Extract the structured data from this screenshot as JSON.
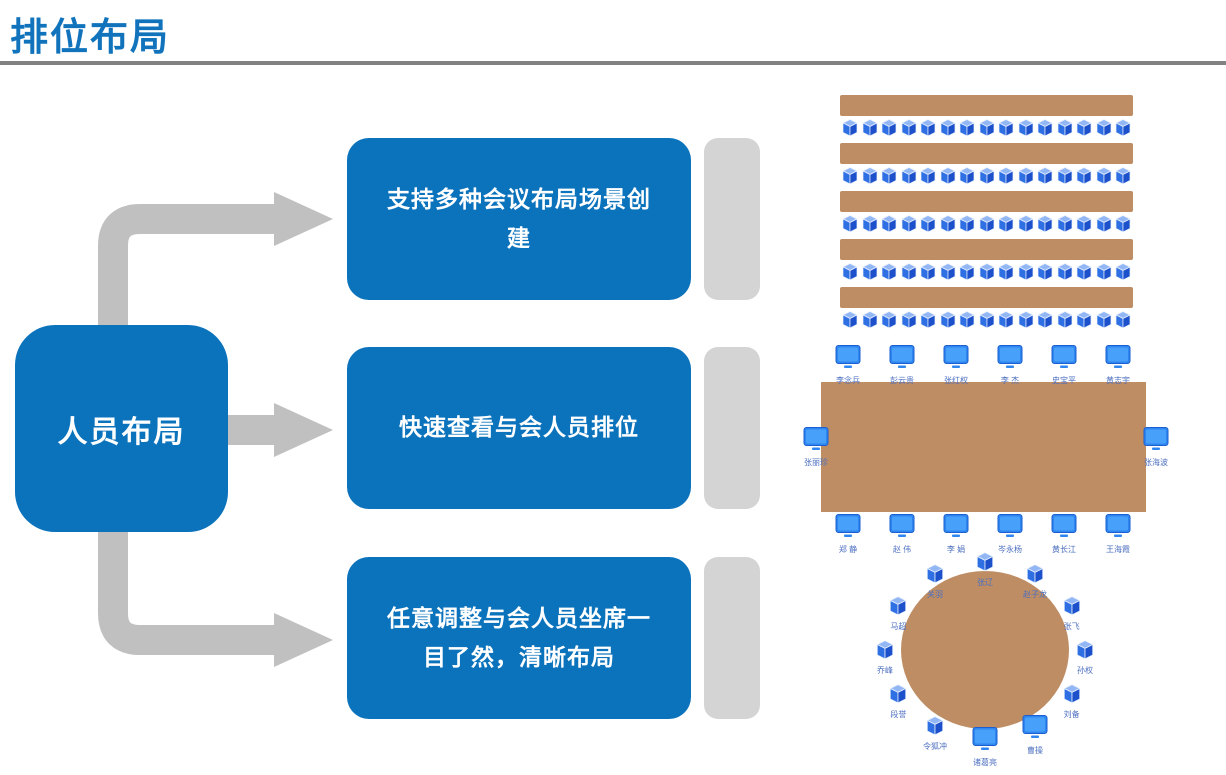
{
  "page": {
    "title": "排位布局"
  },
  "flow": {
    "source_label": "人员布局",
    "features": [
      {
        "label": "支持多种会议布局场景创建"
      },
      {
        "label": "快速查看与会人员排位"
      },
      {
        "label": "任意调整与会人员坐席一目了然，清晰布局"
      }
    ]
  },
  "colors": {
    "accent_blue": "#0b72bc",
    "title_blue": "#1173bc",
    "arrow_gray": "#c0c0c0",
    "pill_gray": "#d4d4d4",
    "table_brown": "#be8d64",
    "chair_blue": "#2e6fe4",
    "monitor_blue": "#2e86f0",
    "name_label_blue": "#4c6fc0",
    "divider_gray": "#828282"
  },
  "icons": {
    "chair": "chair-icon",
    "monitor": "monitor-icon"
  },
  "diagrams": {
    "classroom": {
      "title": "classroom-rows-layout",
      "rows": 5,
      "seats_per_row": 15,
      "seat_icon": "chair-icon"
    },
    "banquet": {
      "title": "rectangular-table-layout",
      "seat_icon": "monitor-icon",
      "top_names": [
        "李念兵",
        "彭云贵",
        "张红权",
        "李 杰",
        "史宝平",
        "黄志宇"
      ],
      "bottom_names": [
        "郑 静",
        "赵 伟",
        "李 娟",
        "岑永杨",
        "黄长江",
        "王海霞"
      ],
      "left_name": "张丽珍",
      "right_name": "张海波"
    },
    "round": {
      "title": "round-table-layout",
      "seats": [
        {
          "name": "张辽",
          "icon": "chair-icon"
        },
        {
          "name": "赵子龙",
          "icon": "chair-icon"
        },
        {
          "name": "张飞",
          "icon": "chair-icon"
        },
        {
          "name": "孙权",
          "icon": "chair-icon"
        },
        {
          "name": "刘备",
          "icon": "chair-icon"
        },
        {
          "name": "曹操",
          "icon": "monitor-icon"
        },
        {
          "name": "诸葛亮",
          "icon": "monitor-icon"
        },
        {
          "name": "令狐冲",
          "icon": "chair-icon"
        },
        {
          "name": "段誉",
          "icon": "chair-icon"
        },
        {
          "name": "乔峰",
          "icon": "chair-icon"
        },
        {
          "name": "马超",
          "icon": "chair-icon"
        },
        {
          "name": "关羽",
          "icon": "chair-icon"
        }
      ]
    }
  }
}
